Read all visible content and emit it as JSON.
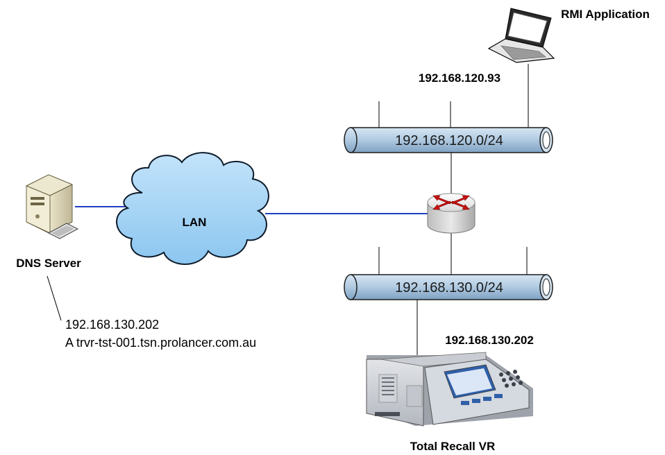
{
  "diagram": {
    "rmi_application": {
      "label": "RMI Application",
      "ip": "192.168.120.93",
      "icon": "laptop-icon"
    },
    "subnet_upper": {
      "label": "192.168.120.0/24"
    },
    "subnet_lower": {
      "label": "192.168.130.0/24"
    },
    "router": {
      "icon": "router-icon"
    },
    "lan": {
      "label": "LAN",
      "icon": "cloud-icon"
    },
    "dns_server": {
      "label": "DNS Server",
      "icon": "server-tower-icon",
      "ip": "192.168.130.202",
      "record": "A trvr-tst-001.tsn.prolancer.com.au"
    },
    "total_recall": {
      "label": "Total Recall VR",
      "ip": "192.168.130.202",
      "icon": "recorder-device-icon"
    },
    "colors": {
      "pipe_fill": "#b4cde3",
      "cloud_fill": "#a9d4f5",
      "link_blue": "#1f3fbf",
      "router_arrow": "#cc1111"
    }
  }
}
